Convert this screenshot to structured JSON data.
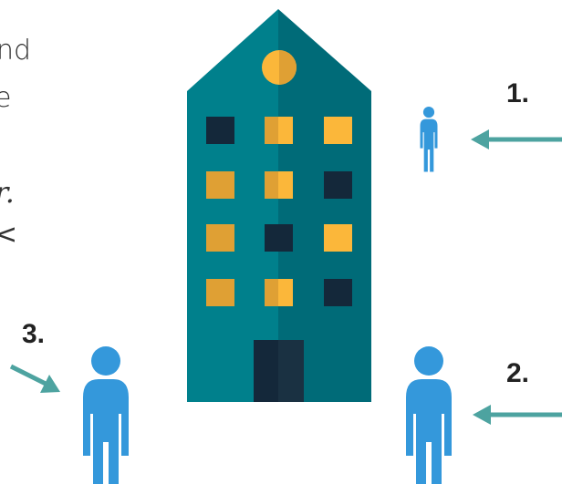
{
  "cropped_text": [
    "nd",
    "e",
    "r.",
    "<"
  ],
  "labels": {
    "one": "1.",
    "two": "2.",
    "three": "3."
  },
  "colors": {
    "building_light": "#00808C",
    "building_dark": "#006B78",
    "window_amber": "#FBB73A",
    "window_amber_dark": "#DFA034",
    "window_navy": "#14283A",
    "door_navy": "#14283A",
    "person_blue": "#3498DB",
    "arrow_teal": "#4DA3A0"
  },
  "icons": [
    "building-icon",
    "person-icon",
    "person-icon",
    "person-icon",
    "arrow-icon",
    "arrow-icon",
    "arrow-icon"
  ]
}
